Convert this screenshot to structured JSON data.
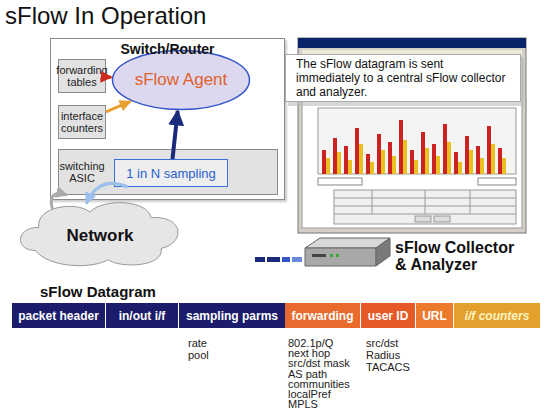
{
  "diagram": {
    "title": "sFlow In Operation",
    "nodes": [
      {
        "text": [
          "Switch/Router"
        ]
      },
      {
        "text": [
          "forwarding tables"
        ],
        "in": 0
      },
      {
        "text": [
          "interface counters"
        ],
        "in": 0
      },
      {
        "text": [
          "switching ASIC"
        ],
        "in": 0
      },
      {
        "text": [
          "1 in N sampling"
        ],
        "in": 3
      },
      {
        "text": [
          "sFlow Agent"
        ],
        "in": 0
      },
      {
        "text": [
          "Network"
        ]
      },
      {
        "text": [
          "The sFlow datagram is sent immediately to a central sFlow collector and analyzer."
        ]
      },
      {
        "text": [
          "packet header"
        ]
      },
      {
        "text": [
          "in/out i/f"
        ]
      },
      {
        "text": [
          "sampling parms"
        ]
      },
      {
        "text": [
          "forwarding"
        ]
      },
      {
        "text": [
          "user ID"
        ]
      },
      {
        "text": [
          "URL"
        ]
      },
      {
        "text": [
          "i/f counters"
        ]
      }
    ],
    "edges": [
      {
        "from": 1,
        "to": 5,
        "arrow": "to"
      },
      {
        "from": 2,
        "to": 5,
        "arrow": "to"
      },
      {
        "from": 4,
        "to": 5,
        "arrow": "to"
      },
      {
        "from": 4,
        "to": 6,
        "arrow": "to"
      },
      {
        "from": 6,
        "to": 3,
        "arrow": "to"
      }
    ],
    "labels": [
      "sFlow Collector & Analyzer",
      "sFlow Datagram",
      "rate",
      "pool",
      "802.1p/Q",
      "next hop",
      "src/dst mask",
      "AS path",
      "communities",
      "localPref",
      "MPLS",
      "src/dst",
      "Radius",
      "TACACS"
    ]
  }
}
